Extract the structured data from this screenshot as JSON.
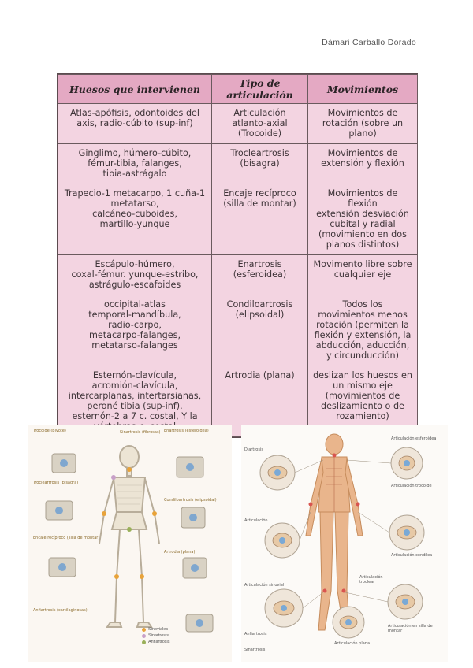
{
  "author": "Dámari Carballo Dorado",
  "table": {
    "headers": [
      "Huesos que intervienen",
      "Tipo de articulación",
      "Movimientos"
    ],
    "rows": [
      {
        "huesos": [
          "Atlas-apófisis, odontoides del",
          "axis, radio-cúbito (sup-inf)"
        ],
        "tipo": [
          "Articulación",
          "atlanto-axial",
          "(Trocoide)"
        ],
        "movimientos": [
          "Movimientos de",
          "rotación (sobre un",
          "plano)"
        ]
      },
      {
        "huesos": [
          "Ginglimo, húmero-cúbito,",
          "fémur-tibia, falanges,",
          "tibia-astrágalo"
        ],
        "tipo": [
          "Trocleartrosis",
          "(bisagra)"
        ],
        "movimientos": [
          "Movimientos de",
          "extensión y flexión"
        ]
      },
      {
        "huesos": [
          "Trapecio-1 metacarpo, 1 cuña-1",
          "metatarso,",
          "calcáneo-cuboides,",
          "martillo-yunque"
        ],
        "tipo": [
          "Encaje recíproco",
          "(silla de montar)"
        ],
        "movimientos": [
          "Movimientos de flexión",
          "extensión desviación",
          "cubital y radial",
          "(movimiento en dos",
          "planos distintos)"
        ]
      },
      {
        "huesos": [
          "Escápulo-húmero,",
          "coxal-fémur. yunque-estribo,",
          "astrágulo-escafoides"
        ],
        "tipo": [
          "Enartrosis",
          "(esferoidea)"
        ],
        "movimientos": [
          "Movimento libre sobre",
          "cualquier eje"
        ]
      },
      {
        "huesos": [
          "occipital-atlas",
          "temporal-mandíbula,",
          "radio-carpo,",
          "metacarpo-falanges,",
          "metatarso-falanges"
        ],
        "tipo": [
          "Condiloartrosis",
          "(elipsoidal)"
        ],
        "movimientos": [
          "Todos los",
          "movimientos menos",
          "rotación (permiten la",
          "flexión y extensión, la",
          "abducción, aducción,",
          "y circunducción)"
        ]
      },
      {
        "huesos": [
          "Esternón-clavícula,",
          "acromión-clavícula,",
          "intercarplanas, intertarsianas,",
          "peroné tibia (sup-inf).",
          "esternón-2 a 7 c. costal, Y la",
          "vértebras-c. costal"
        ],
        "tipo": [
          "Artrodia (plana)"
        ],
        "movimientos": [
          "deslizan los huesos en",
          "un mismo eje",
          "(movimientos de",
          "deslizamiento o de",
          "rozamiento)"
        ]
      }
    ]
  },
  "illustrations": {
    "left": {
      "labels": [
        "Trocoide (pivote)",
        "Trocleartrosis (bisagra)",
        "Encaje recíproco (silla de montar)",
        "Enartrosis (esferoidea)",
        "Sinartrosis (fibrosas)",
        "Condiloartrosis (elipsoidal)",
        "Artrodia (plana)",
        "Anfiartrosis (cartilaginosas)"
      ],
      "legend": [
        "Sinoviales",
        "Sinartrosis",
        "Anfiartrosis"
      ],
      "legend_colors": [
        "#e8a33a",
        "#c8a0c8",
        "#9ab05a"
      ]
    },
    "right": {
      "labels": [
        "Diartrosis",
        "Articulación",
        "Articulación sinovial",
        "Anfiartrosis",
        "Sinartrosis",
        "Articulación esferoidea",
        "Articulación trocoide",
        "Articulación condílea",
        "Articulación en silla de montar",
        "Articulación troclear",
        "Articulación plana"
      ]
    }
  },
  "colors": {
    "header_bg": "#e4a9c3",
    "cell_bg": "#f3d4e1",
    "border": "#6a5a5e"
  }
}
